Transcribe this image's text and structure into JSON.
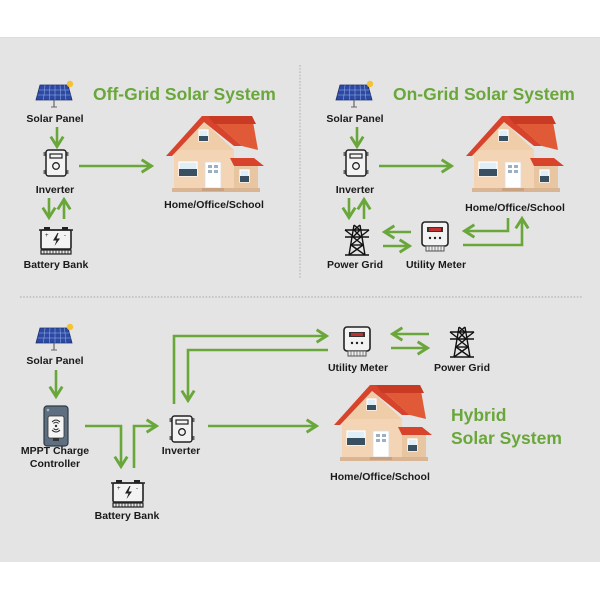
{
  "colors": {
    "accent_green": "#6aa73a",
    "background": "#e4e4e4",
    "label_text": "#1a1a1a"
  },
  "sections": {
    "off_grid": {
      "title": "Off-Grid Solar System",
      "components": {
        "solar_panel": "Solar Panel",
        "inverter": "Inverter",
        "battery": "Battery Bank",
        "home": "Home/Office/School"
      }
    },
    "on_grid": {
      "title": "On-Grid Solar System",
      "components": {
        "solar_panel": "Solar Panel",
        "inverter": "Inverter",
        "power_grid": "Power Grid",
        "utility_meter": "Utility Meter",
        "home": "Home/Office/School"
      }
    },
    "hybrid": {
      "title_line1": "Hybrid",
      "title_line2": "Solar System",
      "components": {
        "solar_panel": "Solar Panel",
        "mppt_line1": "MPPT Charge",
        "mppt_line2": "Controller",
        "inverter": "Inverter",
        "battery": "Battery Bank",
        "utility_meter": "Utility Meter",
        "power_grid": "Power Grid",
        "home": "Home/Office/School"
      }
    }
  },
  "icons": {
    "solar_panel": "solar-panel-icon",
    "inverter": "inverter-icon",
    "battery": "battery-icon",
    "home": "house-icon",
    "power_grid": "transmission-tower-icon",
    "utility_meter": "electric-meter-icon",
    "mppt": "charge-controller-icon"
  }
}
